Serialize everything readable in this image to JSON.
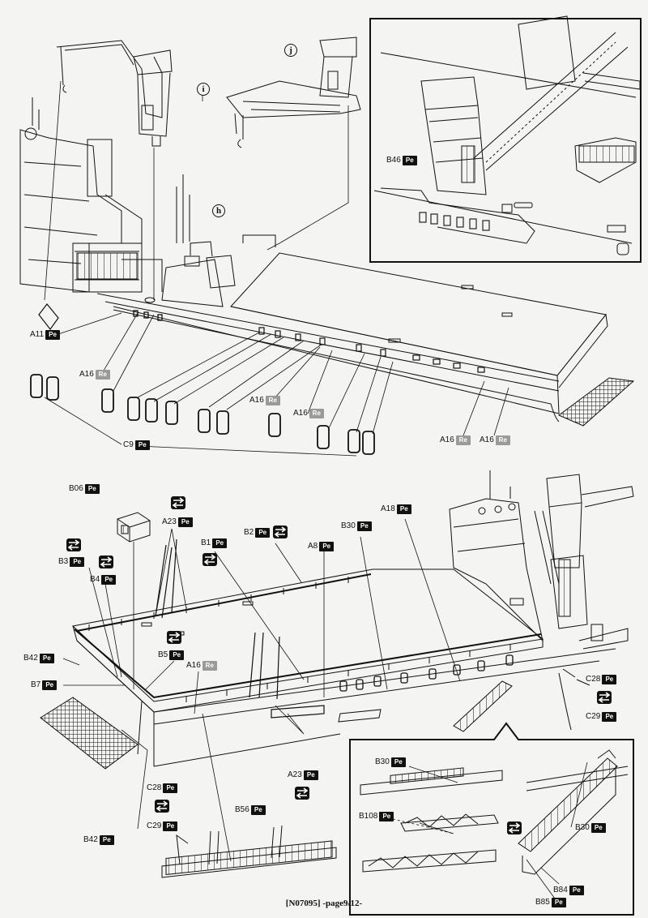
{
  "footer": {
    "text": "[N07095] -page9/12-"
  },
  "step_markers": {
    "i": "i",
    "j": "j",
    "h": "h"
  },
  "materials": {
    "pe": "Pe",
    "re": "Re"
  },
  "labels": {
    "a11": "A11",
    "a16": "A16",
    "c9": "C9",
    "b46": "B46",
    "b06": "B06",
    "a23": "A23",
    "b1": "B1",
    "b2": "B2",
    "a8": "A8",
    "b30": "B30",
    "a18": "A18",
    "b3": "B3",
    "b4": "B4",
    "b42": "B42",
    "b5": "B5",
    "b7": "B7",
    "c28": "C28",
    "c29": "C29",
    "b56": "B56",
    "b108": "B108",
    "b84": "B84",
    "b85": "B85"
  },
  "icons": {
    "swap": "swap-arrows-icon"
  },
  "colors": {
    "ink": "#111111",
    "paper": "#f4f4f2",
    "resin_tag": "#9a9a9a"
  }
}
